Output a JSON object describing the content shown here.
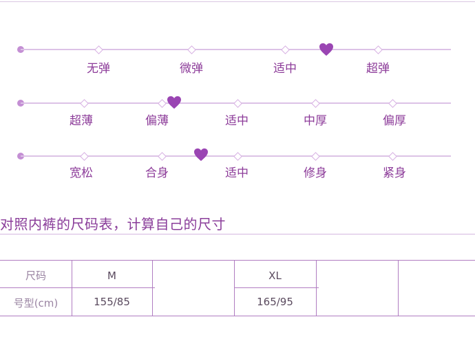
{
  "scales": [
    {
      "name": "elasticity",
      "labels": [
        "无弹",
        "微弹",
        "适中",
        "超弹"
      ],
      "marker_icon": "heart-icon"
    },
    {
      "name": "thickness",
      "labels": [
        "超薄",
        "偏薄",
        "适中",
        "中厚",
        "偏厚"
      ],
      "marker_icon": "heart-icon"
    },
    {
      "name": "fit",
      "labels": [
        "宽松",
        "合身",
        "适中",
        "修身",
        "紧身"
      ],
      "marker_icon": "heart-icon"
    }
  ],
  "heading": "对照内裤的尺码表，计算自己的尺寸",
  "size_table": {
    "row_labels": [
      "尺码",
      "号型(cm)"
    ],
    "rows": [
      [
        "M",
        "",
        "XL",
        "",
        ""
      ],
      [
        "155/85",
        "",
        "165/95",
        "",
        ""
      ]
    ]
  },
  "colors": {
    "accent": "#8a3d9a",
    "track": "#dcc2e6",
    "heart": "#9a45b3",
    "dot": "#c48fd4"
  }
}
